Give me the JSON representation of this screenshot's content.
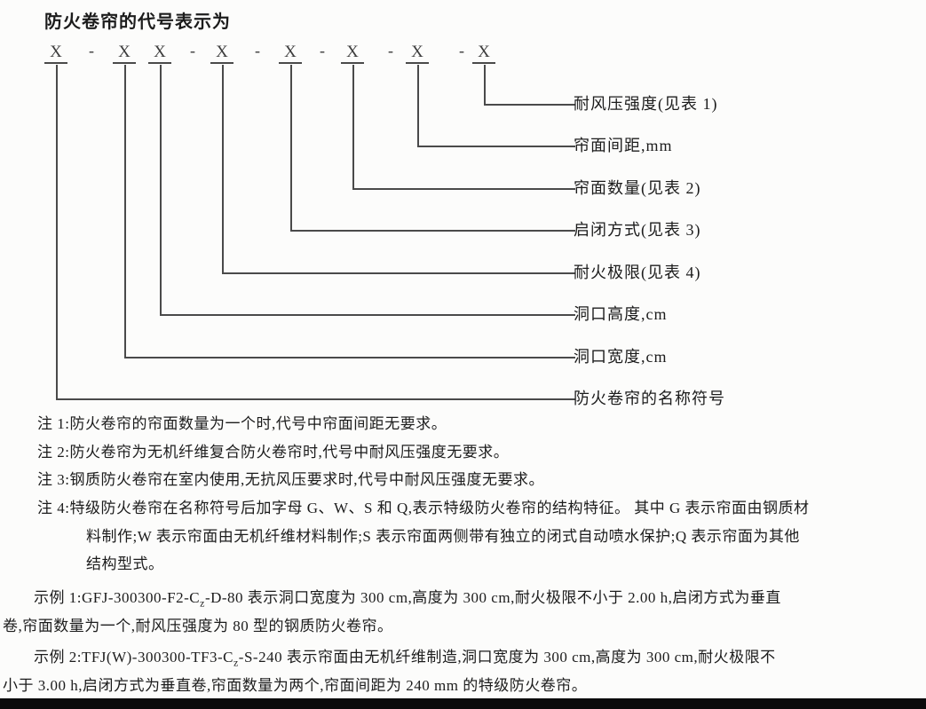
{
  "header": {
    "title": "防火卷帘的代号表示为"
  },
  "diagram": {
    "symbol": "X",
    "separator": "-",
    "labels": [
      "耐风压强度(见表 1)",
      "帘面间距,mm",
      "帘面数量(见表 2)",
      "启闭方式(见表 3)",
      "耐火极限(见表 4)",
      "洞口高度,cm",
      "洞口宽度,cm",
      "防火卷帘的名称符号"
    ]
  },
  "notes": {
    "note1": "注 1:防火卷帘的帘面数量为一个时,代号中帘面间距无要求。",
    "note2": "注 2:防火卷帘为无机纤维复合防火卷帘时,代号中耐风压强度无要求。",
    "note3": "注 3:钢质防火卷帘在室内使用,无抗风压要求时,代号中耐风压强度无要求。",
    "note4_line1": "注 4:特级防火卷帘在名称符号后加字母 G、W、S 和 Q,表示特级防火卷帘的结构特征。 其中 G 表示帘面由钢质材",
    "note4_line2": "料制作;W 表示帘面由无机纤维材料制作;S 表示帘面两侧带有独立的闭式自动喷水保护;Q 表示帘面为其他",
    "note4_line3": "结构型式。"
  },
  "examples": {
    "ex1_line1_pre": "示例 1:GFJ-300300-F2-C",
    "ex1_sub": "z",
    "ex1_line1_post": "-D-80 表示洞口宽度为 300 cm,高度为 300 cm,耐火极限不小于 2.00 h,启闭方式为垂直",
    "ex1_line2": "卷,帘面数量为一个,耐风压强度为 80 型的钢质防火卷帘。",
    "ex2_line1_pre": "示例 2:TFJ(W)-300300-TF3-C",
    "ex2_sub": "z",
    "ex2_line1_post": "-S-240 表示帘面由无机纤维制造,洞口宽度为 300 cm,高度为 300 cm,耐火极限不",
    "ex2_line2": "小于 3.00 h,启闭方式为垂直卷,帘面数量为两个,帘面间距为 240 mm 的特级防火卷帘。"
  },
  "colors": {
    "text": "#1c1c1c",
    "line": "#4a4a4a",
    "bottom_bar": "#0b0b0b",
    "background": "#fcfcfb"
  }
}
